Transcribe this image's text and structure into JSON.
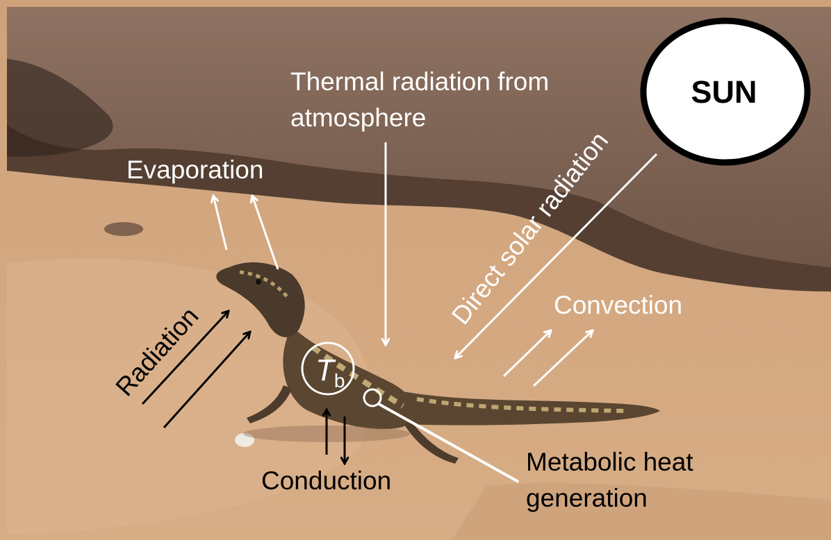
{
  "labels": {
    "sun": "SUN",
    "thermal_line1": "Thermal radiation from",
    "thermal_line2": "atmosphere",
    "evaporation": "Evaporation",
    "direct_solar": "Direct solar radiation",
    "convection": "Convection",
    "radiation": "Radiation",
    "tb_main": "T",
    "tb_sub": "b",
    "conduction": "Conduction",
    "metabolic_line1": "Metabolic heat",
    "metabolic_line2": "generation"
  }
}
